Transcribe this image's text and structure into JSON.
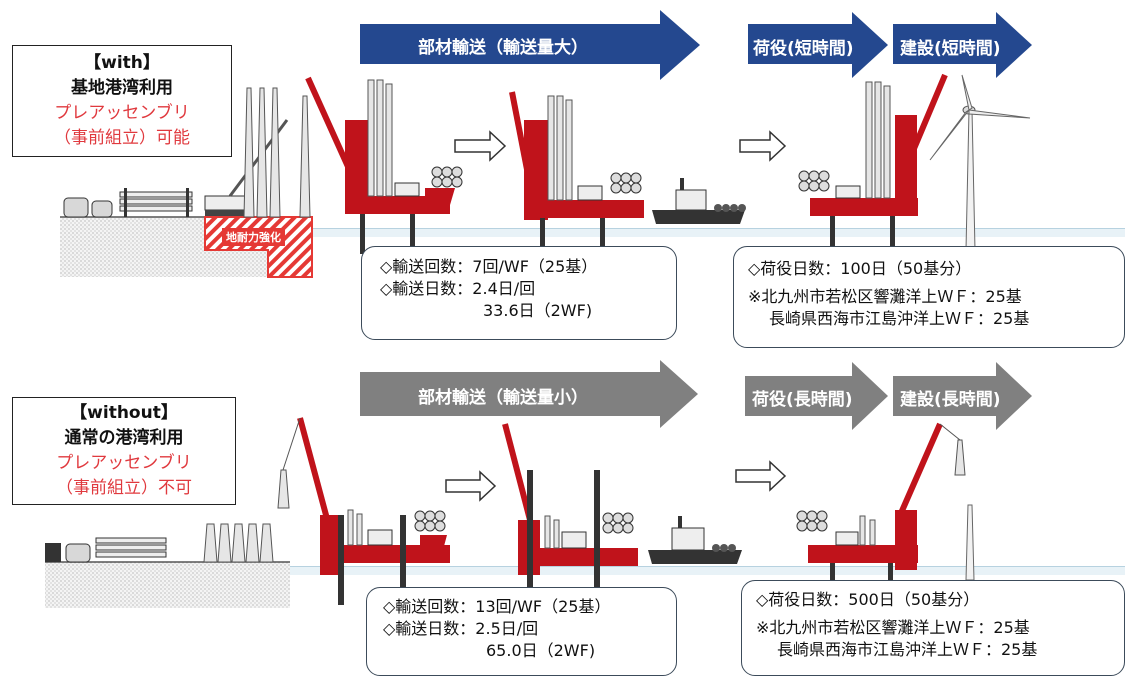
{
  "top": {
    "label": {
      "title": "【with】",
      "subtitle": "基地港湾利用",
      "red_line1": "プレアッセンブリ",
      "red_line2": "（事前組立）可能"
    },
    "arrow_transport": "部材輸送（輸送量大）",
    "arrow_unload": "荷役(短時間)",
    "arrow_build": "建設(短時間)",
    "reinforce_label": "地耐力強化",
    "transport_info": {
      "line1": "◇輸送回数：7回/WF（25基）",
      "line2": "◇輸送日数：2.4日/回",
      "line3": "33.6日（2WF)"
    },
    "unload_info": {
      "line1": "◇荷役日数：100日（50基分）",
      "line2": "※北九州市若松区響灘洋上ＷＦ：25基",
      "line3": "長崎県西海市江島沖洋上ＷＦ：25基"
    },
    "colors": {
      "arrow": "#24488f",
      "vessel": "#c0131b",
      "hatch": "#e53935"
    }
  },
  "bottom": {
    "label": {
      "title": "【without】",
      "subtitle": "通常の港湾利用",
      "red_line1": "プレアッセンブリ",
      "red_line2": "（事前組立）不可"
    },
    "arrow_transport": "部材輸送（輸送量小）",
    "arrow_unload": "荷役(長時間)",
    "arrow_build": "建設(長時間)",
    "transport_info": {
      "line1": "◇輸送回数：13回/WF（25基）",
      "line2": "◇輸送日数：2.5日/回",
      "line3": "65.0日（2WF)"
    },
    "unload_info": {
      "line1": "◇荷役日数：500日（50基分）",
      "line2": "※北九州市若松区響灘洋上ＷＦ：25基",
      "line3": "長崎県西海市江島沖洋上ＷＦ：25基"
    },
    "colors": {
      "arrow": "#808080",
      "vessel": "#c0131b"
    }
  }
}
